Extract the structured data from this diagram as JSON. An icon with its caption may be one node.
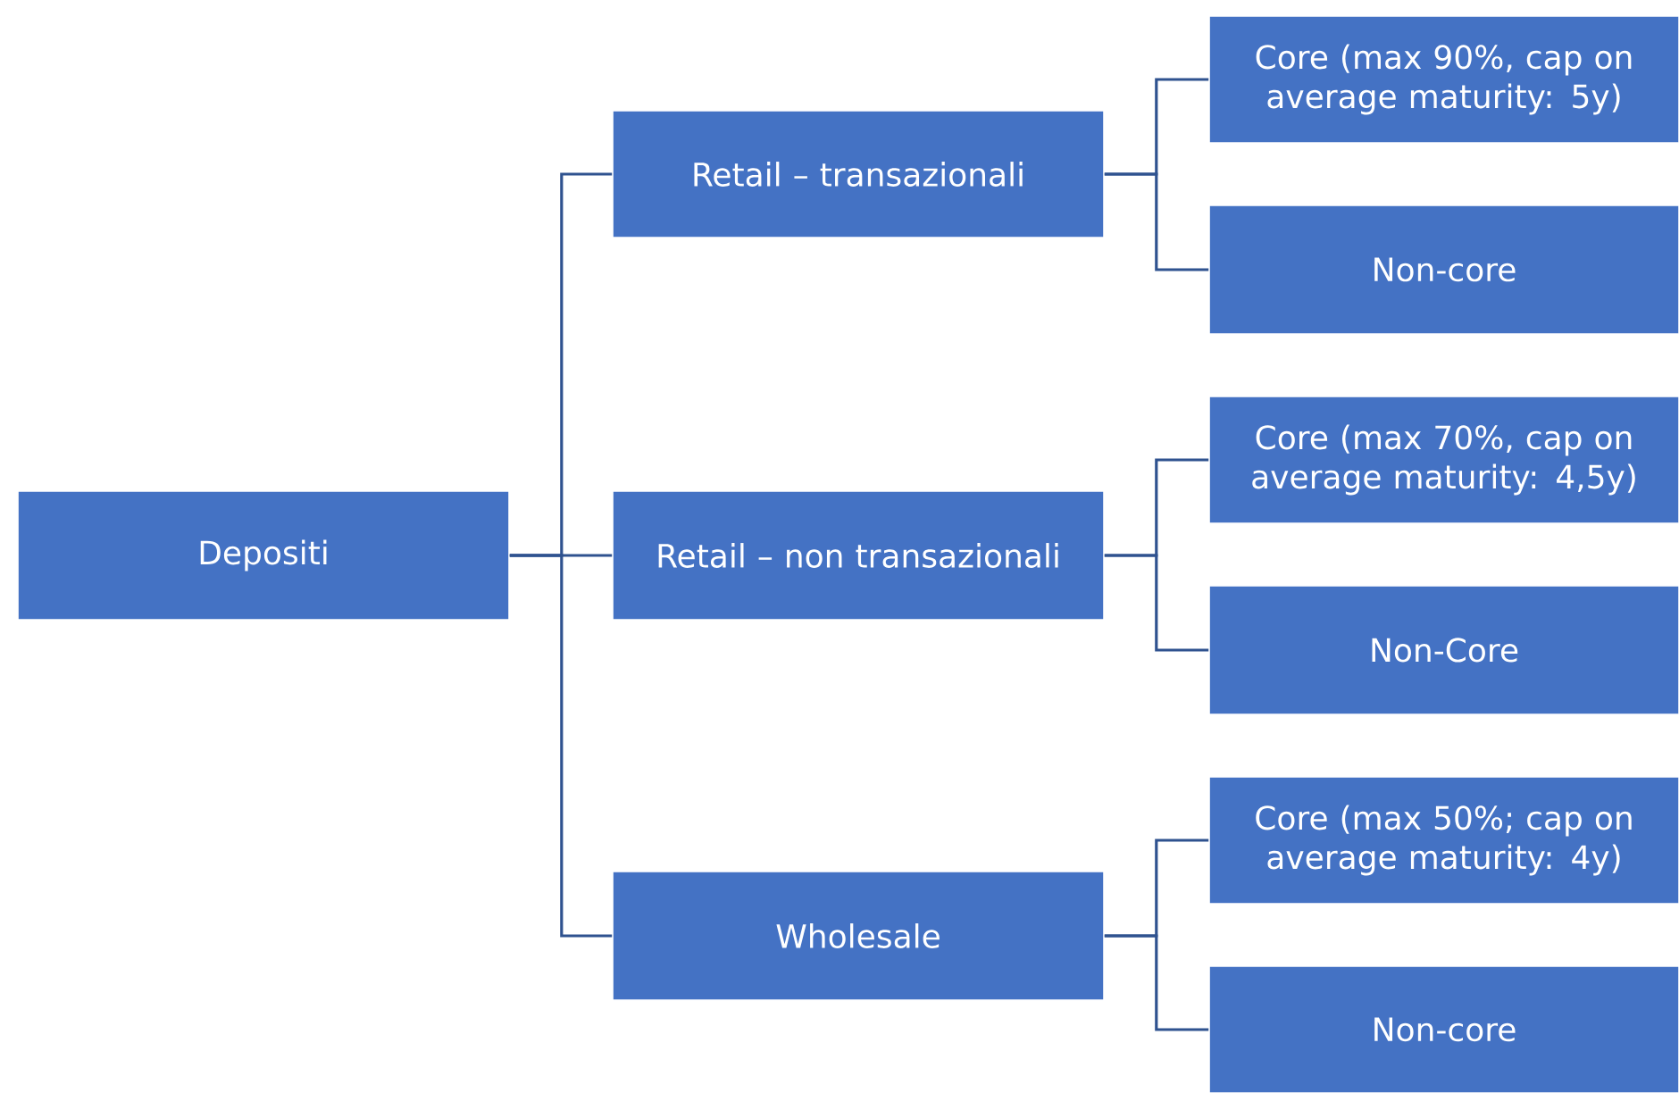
{
  "diagram": {
    "nodes": [
      {
        "text": [
          "Depositi"
        ]
      },
      {
        "text": [
          "Retail – transazionali"
        ]
      },
      {
        "text": [
          "Retail – non transazionali"
        ]
      },
      {
        "text": [
          "Wholesale"
        ]
      },
      {
        "text": [
          "Core (max 90%, cap on average maturity: 5y)"
        ]
      },
      {
        "text": [
          "Non-core"
        ]
      },
      {
        "text": [
          "Core (max 70%, cap on average maturity: 4,5y)"
        ]
      },
      {
        "text": [
          "Non-Core"
        ]
      },
      {
        "text": [
          "Core (max 50%; cap on average maturity: 4y)"
        ]
      },
      {
        "text": [
          "Non-core"
        ]
      }
    ],
    "edges": [
      {
        "from": 0,
        "to": 1,
        "arrow": "none"
      },
      {
        "from": 0,
        "to": 2,
        "arrow": "none"
      },
      {
        "from": 0,
        "to": 3,
        "arrow": "none"
      },
      {
        "from": 1,
        "to": 4,
        "arrow": "none"
      },
      {
        "from": 1,
        "to": 5,
        "arrow": "none"
      },
      {
        "from": 2,
        "to": 6,
        "arrow": "none"
      },
      {
        "from": 2,
        "to": 7,
        "arrow": "none"
      },
      {
        "from": 3,
        "to": 8,
        "arrow": "none"
      },
      {
        "from": 3,
        "to": 9,
        "arrow": "none"
      }
    ]
  }
}
